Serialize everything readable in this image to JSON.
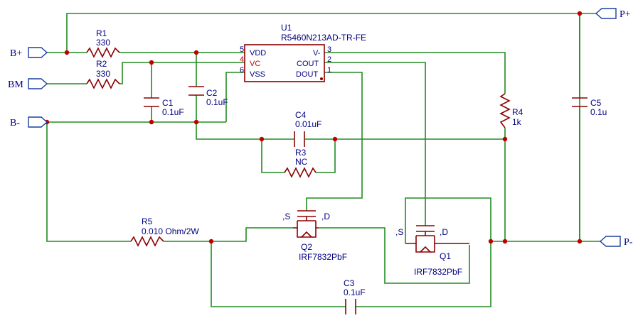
{
  "ports": {
    "p_plus": "P+",
    "p_minus": "P-",
    "b_plus": "B+",
    "bm": "BM",
    "b_minus": "B-"
  },
  "u1": {
    "designator": "U1",
    "part": "R5460N213AD-TR-FE",
    "pin_vdd": "VDD",
    "pin_vc": "VC",
    "pin_vss": "VSS",
    "pin_vminus": "V-",
    "pin_cout": "COUT",
    "pin_dout": "DOUT",
    "num_5": "5",
    "num_4": "4",
    "num_6": "6",
    "num_3": "3",
    "num_2": "2",
    "num_1": "1"
  },
  "r1": {
    "designator": "R1",
    "value": "330"
  },
  "r2": {
    "designator": "R2",
    "value": "330"
  },
  "r3": {
    "designator": "R3",
    "value": "NC"
  },
  "r4": {
    "designator": "R4",
    "value": "1k"
  },
  "r5": {
    "designator": "R5",
    "value": "0.010 Ohm/2W"
  },
  "c1": {
    "designator": "C1",
    "value": "0.1uF"
  },
  "c2": {
    "designator": "C2",
    "value": "0.1uF"
  },
  "c3": {
    "designator": "C3",
    "value": "0.1uF"
  },
  "c4": {
    "designator": "C4",
    "value": "0.01uF"
  },
  "c5": {
    "designator": "C5",
    "value": "0.1u"
  },
  "q1": {
    "designator": "Q1",
    "part": "IRF7832PbF",
    "s": "S",
    "d": "D"
  },
  "q2": {
    "designator": "Q2",
    "part": "IRF7832PbF",
    "s": "S",
    "d": "D"
  },
  "colors": {
    "wire": "#228b22",
    "component": "#8b0000",
    "junction": "#c00000",
    "text": "#000080",
    "port": "#1a3fa0"
  }
}
